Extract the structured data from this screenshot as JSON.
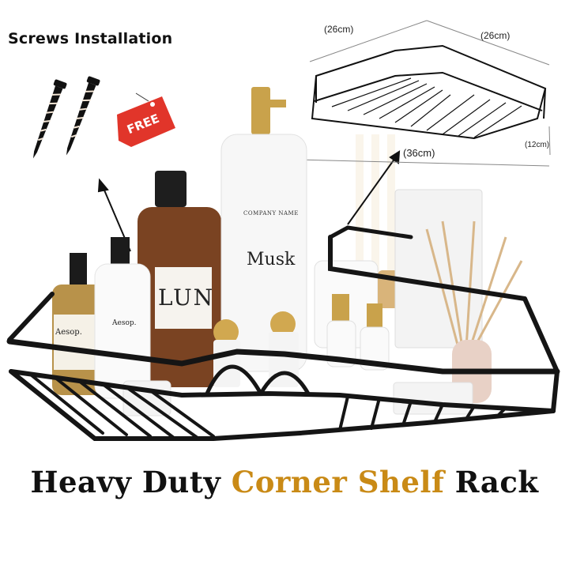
{
  "banner": {
    "screws_title": "Screws Installation",
    "free_tag": "FREE",
    "headline_part1": "Heavy Duty ",
    "headline_accent": "Corner Shelf",
    "headline_part2": " Rack",
    "accent_color": "#c98a16"
  },
  "dimensions": {
    "side_a": "(26cm)",
    "side_b": "(26cm)",
    "depth": "(12cm)",
    "diagonal": "(36cm)"
  },
  "products": {
    "bottle_company": "COMPANY NAME",
    "bottle_musk": "Musk",
    "bottle_lun": "LUN",
    "bottle_aesop_left": "Aesop.",
    "bottle_aesop_right": "Aesop."
  },
  "icons": {
    "screw": "screw-icon",
    "tag": "price-tag-icon",
    "arrow": "pointer-arrow-icon",
    "rack": "corner-rack-icon"
  }
}
